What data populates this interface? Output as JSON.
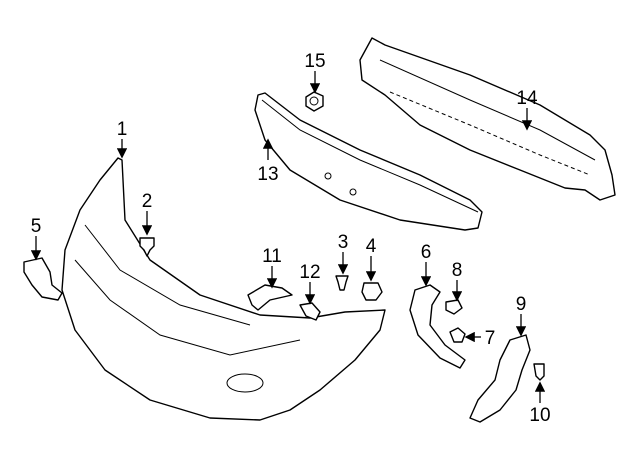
{
  "diagram": {
    "title": "Front bumper parts diagram",
    "callouts": [
      "1",
      "2",
      "3",
      "4",
      "5",
      "6",
      "7",
      "8",
      "9",
      "10",
      "11",
      "12",
      "13",
      "14",
      "15"
    ]
  }
}
